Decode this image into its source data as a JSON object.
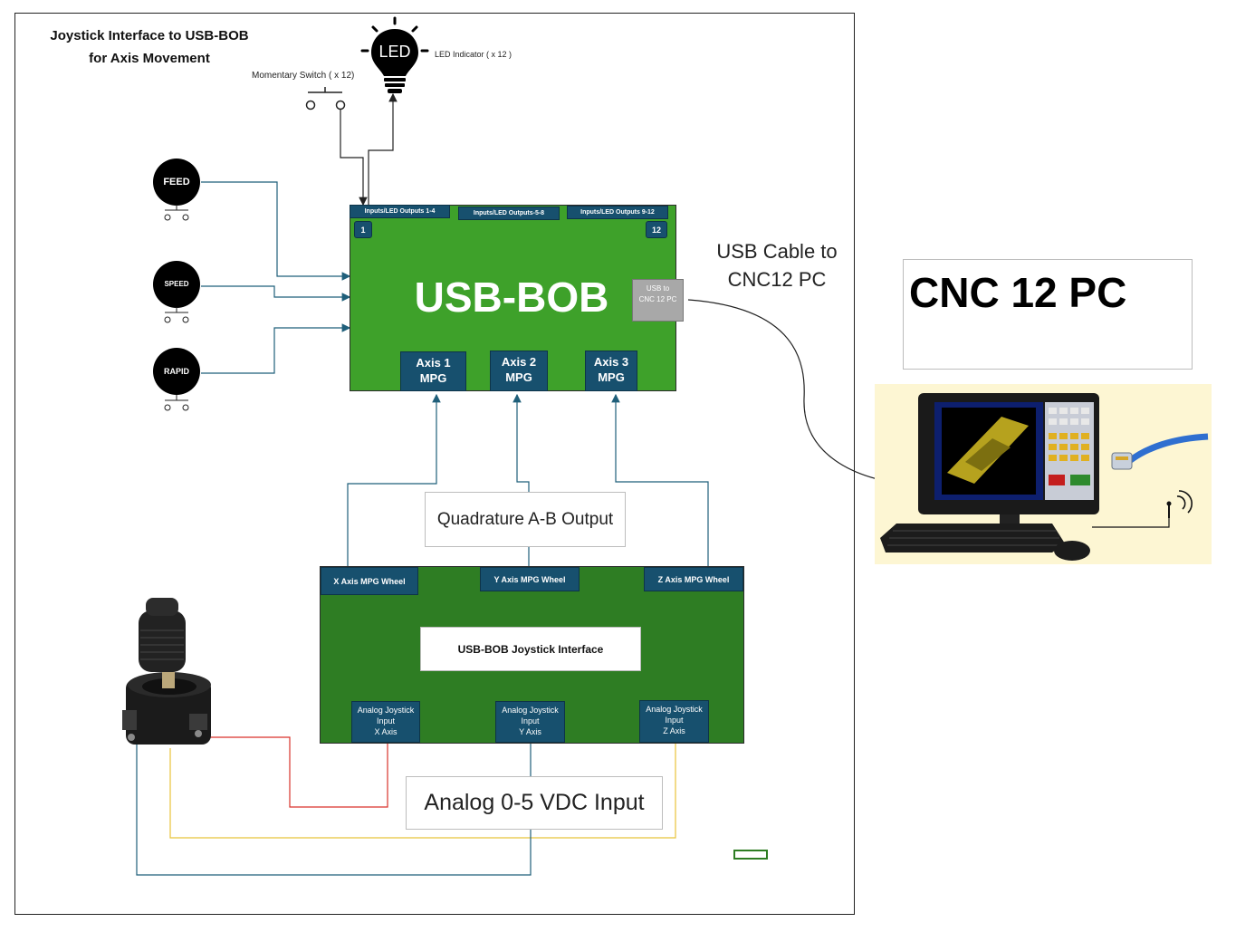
{
  "title": {
    "line1": "Joystick Interface to USB-BOB",
    "line2": "for Axis Movement"
  },
  "led": {
    "glyph_text": "LED",
    "caption": "LED Indicator ( x 12 )"
  },
  "switch_caption": "Momentary Switch ( x 12)",
  "knobs": [
    "FEED",
    "SPEED",
    "RAPID"
  ],
  "usb_bob": {
    "title": "USB-BOB",
    "headers": [
      "Inputs/LED Outputs 1-4",
      "Inputs/LED Outputs-5-8",
      "Inputs/LED Outputs 9-12"
    ],
    "pin_first": "1",
    "pin_last": "12",
    "usb_port": "USB to CNC 12 PC",
    "axes": [
      {
        "line1": "Axis 1",
        "line2": "MPG"
      },
      {
        "line1": "Axis 2",
        "line2": "MPG"
      },
      {
        "line1": "Axis 3",
        "line2": "MPG"
      }
    ]
  },
  "usb_cable_label": {
    "line1": "USB Cable to",
    "line2": "CNC12 PC"
  },
  "pc_label": "CNC 12 PC",
  "quadrature_label": "Quadrature A-B Output",
  "joystick_interface": {
    "wheels": [
      "X Axis MPG Wheel",
      "Y Axis MPG Wheel",
      "Z Axis MPG Wheel"
    ],
    "center_label": "USB-BOB Joystick  Interface",
    "inputs": [
      [
        "Analog Joystick",
        "Input",
        "X Axis"
      ],
      [
        "Analog Joystick",
        "Input",
        "Y Axis"
      ],
      [
        "Analog Joystick",
        "Input",
        "Z Axis"
      ]
    ]
  },
  "analog_label": "Analog 0-5 VDC Input",
  "colors": {
    "board_green": "#3ea12a",
    "interface_green": "#2e7d23",
    "connector_navy": "#17506e",
    "wire_blue": "#1f5f7a",
    "wire_red": "#d9322b",
    "wire_yellow": "#e8c33a",
    "pc_panel_bg": "#fdf6d3"
  }
}
